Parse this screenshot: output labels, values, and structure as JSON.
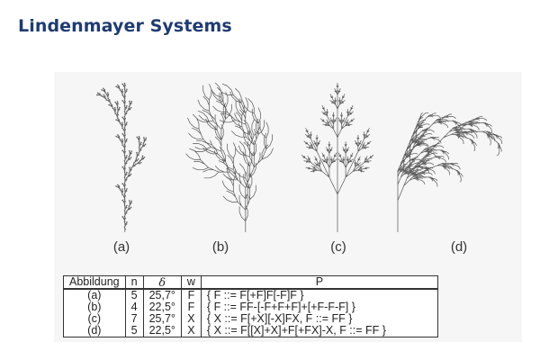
{
  "slide": {
    "title": "Lindenmayer Systems"
  },
  "figure": {
    "labels": [
      "(a)",
      "(b)",
      "(c)",
      "(d)"
    ]
  },
  "table": {
    "headers": [
      "Abbildung",
      "n",
      "δ",
      "w",
      "P"
    ],
    "rows": [
      {
        "abbildung": "(a)",
        "n": "5",
        "delta": "25,7°",
        "w": "F",
        "p": "{ F ::= F[+F]F[-F]F }"
      },
      {
        "abbildung": "(b)",
        "n": "4",
        "delta": "22,5°",
        "w": "F",
        "p": "{ F ::= FF-[-F+F+F]+[+F-F-F] }"
      },
      {
        "abbildung": "(c)",
        "n": "7",
        "delta": "25,7°",
        "w": "X",
        "p": "{ X ::= F[+X][-X]FX, F ::= FF }"
      },
      {
        "abbildung": "(d)",
        "n": "5",
        "delta": "22,5°",
        "w": "X",
        "p": "{ X ::= F[[X]+X]+F[+FX]-X, F ::= FF }"
      }
    ]
  },
  "colors": {
    "title": "#1f3b73",
    "plant": "#555555",
    "border": "#333333"
  }
}
